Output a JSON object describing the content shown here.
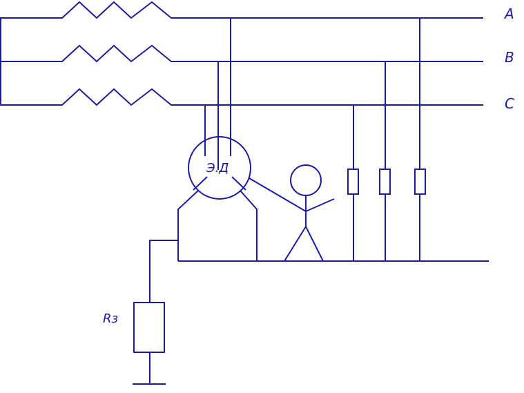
{
  "labels": {
    "phase_a": "A",
    "phase_b": "B",
    "phase_c": "C",
    "motor": "Э.Д",
    "ground_resistor": "Rз"
  },
  "colors": {
    "line": "#1a1aa8",
    "background": "#ffffff"
  }
}
